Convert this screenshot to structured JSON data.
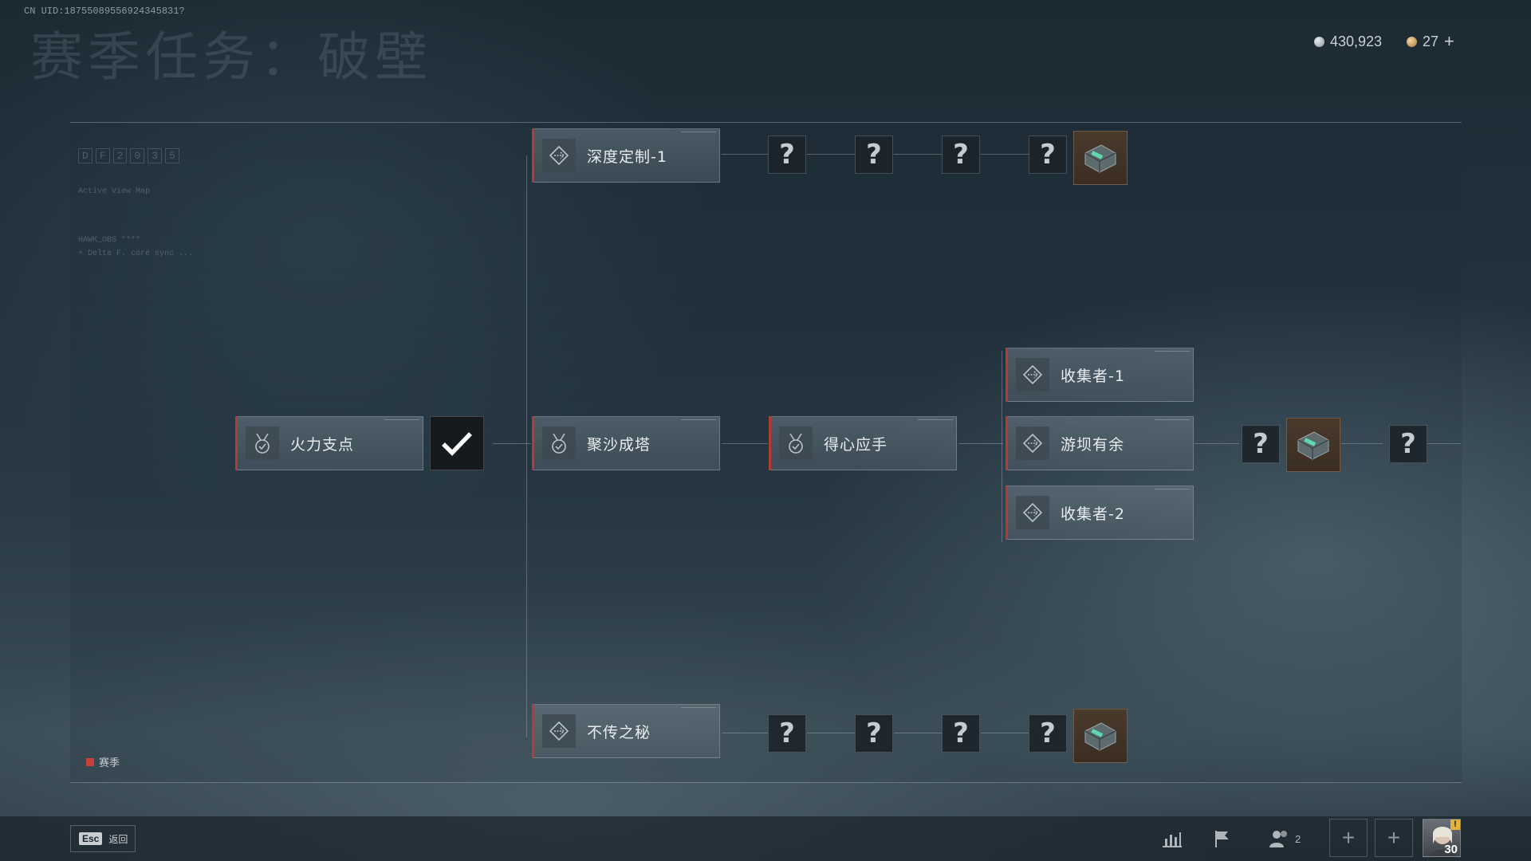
{
  "header": {
    "uid": "CN UID:18755089556924345831?",
    "title": "赛季任务：破壁"
  },
  "currency": {
    "silver_amount": "430,923",
    "gold_amount": "27",
    "add_label": "+"
  },
  "side_panel": {
    "code_chars": [
      "D",
      "F",
      "2",
      "0",
      "3",
      "5"
    ],
    "line_1": "Active View Map",
    "line_2": "HAWK_OBS ****",
    "line_3": "+ Delta F. core sync ..."
  },
  "tasks": {
    "top": {
      "label": "深度定制-1",
      "icon": "diamond-arrow-icon"
    },
    "fire_point": {
      "label": "火力支点",
      "icon": "medal-check-icon",
      "completed": true
    },
    "sand_tower": {
      "label": "聚沙成塔",
      "icon": "medal-check-icon"
    },
    "handy": {
      "label": "得心应手",
      "icon": "medal-check-icon"
    },
    "collector_1": {
      "label": "收集者-1",
      "icon": "diamond-arrow-icon"
    },
    "leisure": {
      "label": "游坝有余",
      "icon": "diamond-arrow-icon"
    },
    "collector_2": {
      "label": "收集者-2",
      "icon": "diamond-arrow-icon"
    },
    "secret": {
      "label": "不传之秘",
      "icon": "diamond-arrow-icon"
    }
  },
  "unknown_mark": "?",
  "legend": {
    "label": "赛季",
    "color": "#c7403a"
  },
  "bottom": {
    "esc_key": "Esc",
    "back_label": "返回",
    "friends_count": "2",
    "level": "30",
    "alert": "!"
  },
  "colors": {
    "accent_red": "#b73a35",
    "reward_bg": "#4a3a2c"
  }
}
